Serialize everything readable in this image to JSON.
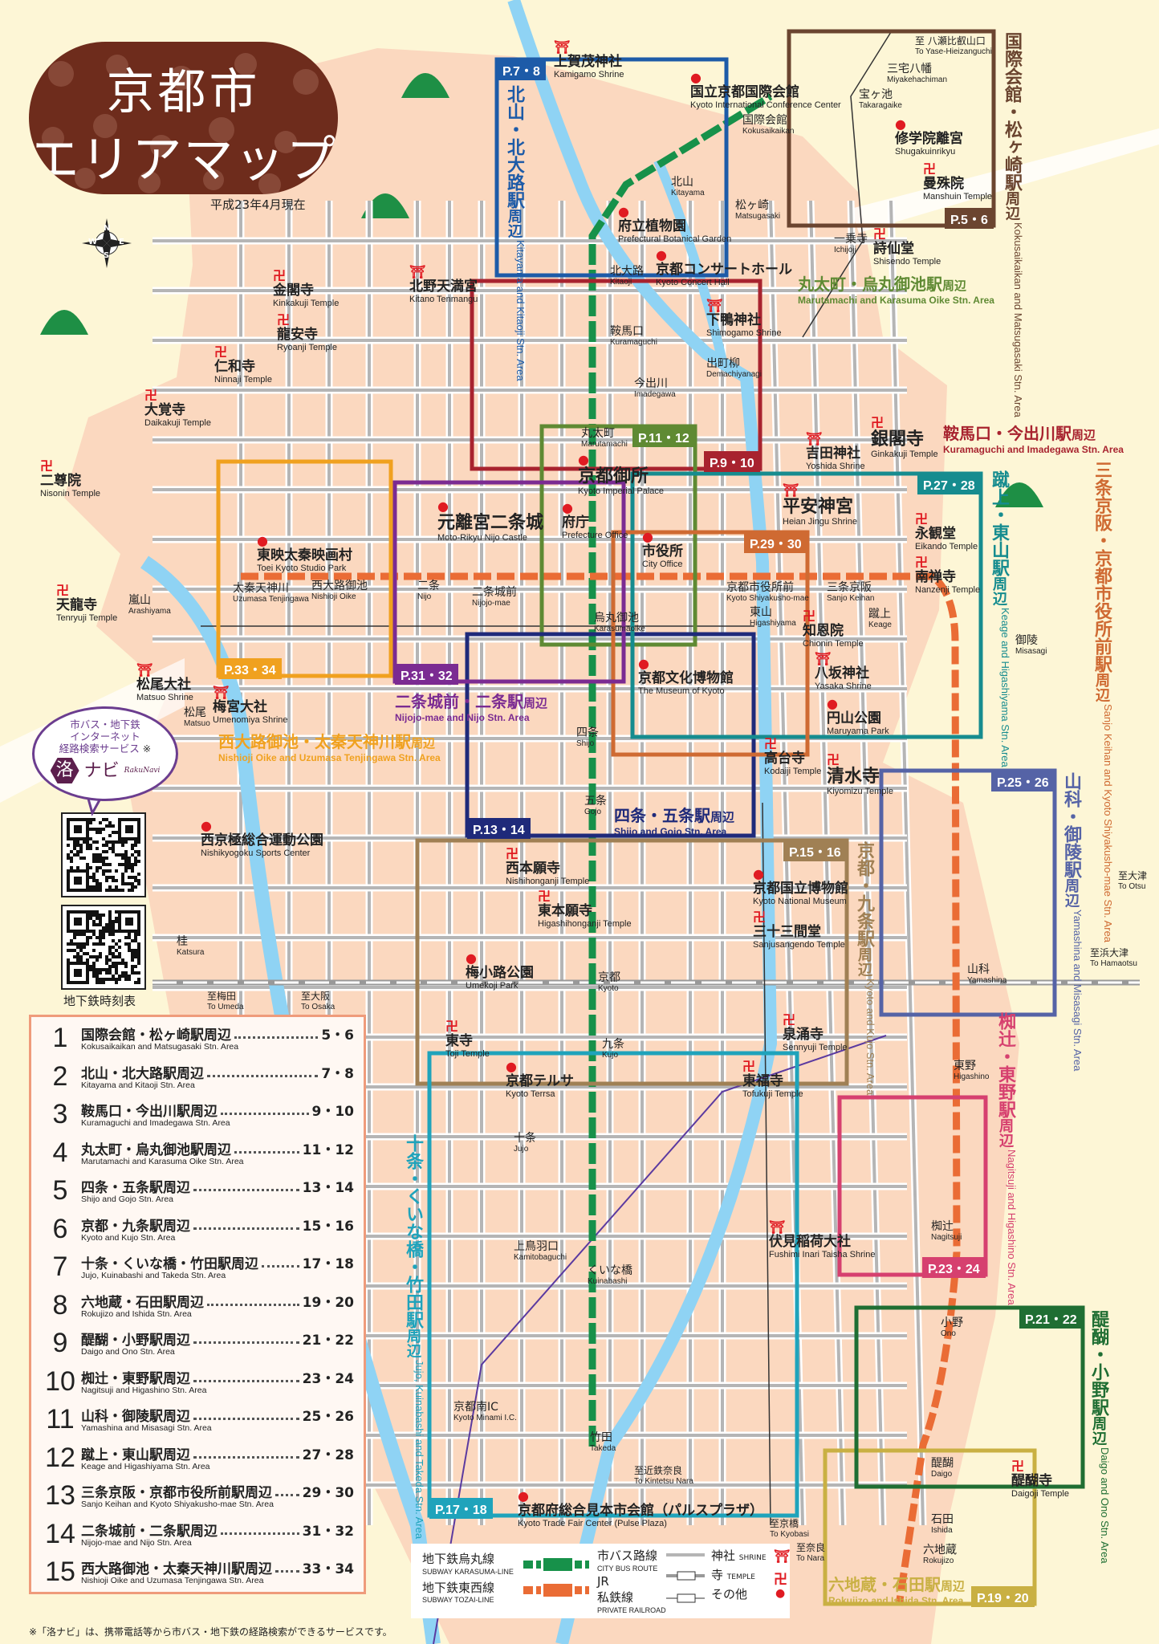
{
  "title": {
    "line1": "京都市",
    "line2": "エリアマップ",
    "date": "平成23年4月現在"
  },
  "colors": {
    "karasuma": "#17914a",
    "tozai": "#ea6c35",
    "bus": "#b5b5b5",
    "river": "#8fd3f4",
    "city": "#fbd8bf",
    "shrine_temple": "#e01b22"
  },
  "areas": [
    {
      "no": "1",
      "ja": "国際会館・松ヶ崎駅",
      "suffix": "周辺",
      "en": "Kokusaikaikan and Matsugasaki Stn. Area",
      "pages": "5・6",
      "tag": "P.5・6",
      "color": "#6b4530"
    },
    {
      "no": "2",
      "ja": "北山・北大路駅",
      "suffix": "周辺",
      "en": "Kitayama and Kitaoji Stn. Area",
      "pages": "7・8",
      "tag": "P.7・8",
      "color": "#1d5ba8"
    },
    {
      "no": "3",
      "ja": "鞍馬口・今出川駅",
      "suffix": "周辺",
      "en": "Kuramaguchi and Imadegawa Stn. Area",
      "pages": "9・10",
      "tag": "P.9・10",
      "color": "#a8232f"
    },
    {
      "no": "4",
      "ja": "丸太町・烏丸御池駅",
      "suffix": "周辺",
      "en": "Marutamachi and Karasuma Oike Stn. Area",
      "pages": "11・12",
      "tag": "P.11・12",
      "color": "#5f8a33"
    },
    {
      "no": "5",
      "ja": "四条・五条駅",
      "suffix": "周辺",
      "en": "Shijo and Gojo Stn. Area",
      "pages": "13・14",
      "tag": "P.13・14",
      "color": "#1f2a7a"
    },
    {
      "no": "6",
      "ja": "京都・九条駅",
      "suffix": "周辺",
      "en": "Kyoto and Kujo Stn. Area",
      "pages": "15・16",
      "tag": "P.15・16",
      "color": "#a08054"
    },
    {
      "no": "7",
      "ja": "十条・くいな橋・竹田駅",
      "suffix": "周辺",
      "en": "Jujo, Kuinabashi and Takeda Stn. Area",
      "pages": "17・18",
      "tag": "P.17・18",
      "color": "#1fa3bb"
    },
    {
      "no": "8",
      "ja": "六地蔵・石田駅",
      "suffix": "周辺",
      "en": "Rokujizo and Ishida Stn. Area",
      "pages": "19・20",
      "tag": "P.19・20",
      "color": "#c9b043"
    },
    {
      "no": "9",
      "ja": "醍醐・小野駅",
      "suffix": "周辺",
      "en": "Daigo and Ono Stn. Area",
      "pages": "21・22",
      "tag": "P.21・22",
      "color": "#1f6e33"
    },
    {
      "no": "10",
      "ja": "椥辻・東野駅",
      "suffix": "周辺",
      "en": "Nagitsuji and Higashino Stn. Area",
      "pages": "23・24",
      "tag": "P.23・24",
      "color": "#d6406f"
    },
    {
      "no": "11",
      "ja": "山科・御陵駅",
      "suffix": "周辺",
      "en": "Yamashina and Misasagi Stn. Area",
      "pages": "25・26",
      "tag": "P.25・26",
      "color": "#5563a6"
    },
    {
      "no": "12",
      "ja": "蹴上・東山駅",
      "suffix": "周辺",
      "en": "Keage and Higashiyama Stn. Area",
      "pages": "27・28",
      "tag": "P.27・28",
      "color": "#168c8f"
    },
    {
      "no": "13",
      "ja": "三条京阪・京都市役所前駅",
      "suffix": "周辺",
      "en": "Sanjo Keihan and Kyoto Shiyakusho-mae Stn. Area",
      "pages": "29・30",
      "tag": "P.29・30",
      "color": "#cf6a32"
    },
    {
      "no": "14",
      "ja": "二条城前・二条駅",
      "suffix": "周辺",
      "en": "Nijojo-mae and Nijo Stn. Area",
      "pages": "31・32",
      "tag": "P.31・32",
      "color": "#7b2b92"
    },
    {
      "no": "15",
      "ja": "西大路御池・太秦天神川駅",
      "suffix": "周辺",
      "en": "Nishioji Oike and Uzumasa Tenjingawa Stn. Area",
      "pages": "33・34",
      "tag": "P.33・34",
      "color": "#f0a11f"
    }
  ],
  "places": [
    {
      "ja": "上賀茂神社",
      "en": "Kamigamo Shrine"
    },
    {
      "ja": "金閣寺",
      "en": "Kinkakuji Temple"
    },
    {
      "ja": "龍安寺",
      "en": "Ryoanji Temple"
    },
    {
      "ja": "仁和寺",
      "en": "Ninnaji Temple"
    },
    {
      "ja": "大覚寺",
      "en": "Daikakuji Temple"
    },
    {
      "ja": "天龍寺",
      "en": "Tenryuji Temple"
    },
    {
      "ja": "二尊院",
      "en": "Nisonin Temple"
    },
    {
      "ja": "京都御所",
      "en": "Kyoto Imperial Palace"
    },
    {
      "ja": "元離宮二条城",
      "en": "Moto-Rikyu Nijo Castle"
    },
    {
      "ja": "平安神宮",
      "en": "Heian Jingu Shrine"
    },
    {
      "ja": "銀閣寺",
      "en": "Ginkakuji Temple"
    },
    {
      "ja": "詩仙堂",
      "en": "Shisendo Temple"
    },
    {
      "ja": "曼殊院",
      "en": "Manshuin Temple"
    },
    {
      "ja": "修学院離宮",
      "en": "Shugakuinrikyu"
    },
    {
      "ja": "永観堂",
      "en": "Eikando Temple"
    },
    {
      "ja": "南禅寺",
      "en": "Nanzenji Temple"
    },
    {
      "ja": "八坂神社",
      "en": "Yasaka Shrine"
    },
    {
      "ja": "円山公園",
      "en": "Maruyama Park"
    },
    {
      "ja": "清水寺",
      "en": "Kiyomizu Temple"
    },
    {
      "ja": "京都国立博物館",
      "en": "Kyoto National Museum"
    },
    {
      "ja": "三十三間堂",
      "en": "Sanjusangendo Temple"
    },
    {
      "ja": "西本願寺",
      "en": "Nishihonganji Temple"
    },
    {
      "ja": "東本願寺",
      "en": "Higashihonganji Temple"
    },
    {
      "ja": "東寺",
      "en": "Toji Temple"
    },
    {
      "ja": "梅小路公園",
      "en": "Umekoji Park"
    },
    {
      "ja": "東福寺",
      "en": "Tofukuji Temple"
    },
    {
      "ja": "伏見稲荷大社",
      "en": "Fushimi Inari Taisha Shrine"
    },
    {
      "ja": "醍醐寺",
      "en": "Daigoji Temple"
    },
    {
      "ja": "京都文化博物館",
      "en": "The Museum of Kyoto"
    },
    {
      "ja": "府立植物園",
      "en": "Prefectural Botanical Garden"
    },
    {
      "ja": "京都コンサートホール",
      "en": "Kyoto Concert Hall"
    },
    {
      "ja": "国立京都国際会館",
      "en": "Kyoto International Conference Center"
    },
    {
      "ja": "東映太秦映画村",
      "en": "Toei Kyoto Studio Park"
    },
    {
      "ja": "京都府総合見本市会館（パルスプラザ）",
      "en": "Kyoto Trade Fair Center (Pulse Plaza)"
    },
    {
      "ja": "北野天満宮",
      "en": "Kitano Tenmangu"
    },
    {
      "ja": "府庁",
      "en": "Prefecture Office"
    },
    {
      "ja": "市役所",
      "en": "City Office"
    },
    {
      "ja": "吉田神社",
      "en": "Yoshida Shrine"
    },
    {
      "ja": "知恩院",
      "en": "Chionin Temple"
    },
    {
      "ja": "高台寺",
      "en": "Kodaiji Temple"
    },
    {
      "ja": "梅宮大社",
      "en": "Umenomiya Shrine"
    },
    {
      "ja": "松尾大社",
      "en": "Matsuo Shrine"
    },
    {
      "ja": "下鴨神社",
      "en": "Shimogamo Shrine"
    },
    {
      "ja": "京都テルサ",
      "en": "Kyoto Terrsa"
    },
    {
      "ja": "西京極総合運動公園",
      "en": "Nishikyogoku Sports Center"
    },
    {
      "ja": "泉涌寺",
      "en": "Sennyuji Temple"
    }
  ],
  "stations": [
    {
      "ja": "国際会館",
      "en": "Kokusaikaikan"
    },
    {
      "ja": "松ヶ崎",
      "en": "Matsugasaki"
    },
    {
      "ja": "北山",
      "en": "Kitayama"
    },
    {
      "ja": "北大路",
      "en": "Kitaoji"
    },
    {
      "ja": "鞍馬口",
      "en": "Kuramaguchi"
    },
    {
      "ja": "今出川",
      "en": "Imadegawa"
    },
    {
      "ja": "丸太町",
      "en": "Marutamachi"
    },
    {
      "ja": "烏丸御池",
      "en": "Karasumaoike"
    },
    {
      "ja": "四条",
      "en": "Shijo"
    },
    {
      "ja": "五条",
      "en": "Gojo"
    },
    {
      "ja": "京都",
      "en": "Kyoto"
    },
    {
      "ja": "九条",
      "en": "Kujo"
    },
    {
      "ja": "十条",
      "en": "Jujo"
    },
    {
      "ja": "くいな橋",
      "en": "Kuinabashi"
    },
    {
      "ja": "竹田",
      "en": "Takeda"
    },
    {
      "ja": "太秦天神川",
      "en": "Uzumasa Tenjingawa"
    },
    {
      "ja": "西大路御池",
      "en": "Nishioji Oike"
    },
    {
      "ja": "二条",
      "en": "Nijo"
    },
    {
      "ja": "二条城前",
      "en": "Nijojo-mae"
    },
    {
      "ja": "京都市役所前",
      "en": "Kyoto Shiyakusho-mae"
    },
    {
      "ja": "三条京阪",
      "en": "Sanjo Keihan"
    },
    {
      "ja": "東山",
      "en": "Higashiyama"
    },
    {
      "ja": "蹴上",
      "en": "Keage"
    },
    {
      "ja": "御陵",
      "en": "Misasagi"
    },
    {
      "ja": "山科",
      "en": "Yamashina"
    },
    {
      "ja": "東野",
      "en": "Higashino"
    },
    {
      "ja": "椥辻",
      "en": "Nagitsuji"
    },
    {
      "ja": "小野",
      "en": "Ono"
    },
    {
      "ja": "醍醐",
      "en": "Daigo"
    },
    {
      "ja": "石田",
      "en": "Ishida"
    },
    {
      "ja": "六地蔵",
      "en": "Rokujizo"
    },
    {
      "ja": "嵐山",
      "en": "Arashiyama"
    },
    {
      "ja": "桂",
      "en": "Katsura"
    },
    {
      "ja": "松尾",
      "en": "Matsuo"
    },
    {
      "ja": "上鳥羽口",
      "en": "Kamitobaguchi"
    },
    {
      "ja": "京都南IC",
      "en": "Kyoto Minami I.C."
    },
    {
      "ja": "出町柳",
      "en": "Demachiyanagi"
    },
    {
      "ja": "一乗寺",
      "en": "Ichijoji"
    },
    {
      "ja": "宝ヶ池",
      "en": "Takaragaike"
    },
    {
      "ja": "三宅八幡",
      "en": "Miyakehachiman"
    }
  ],
  "directions": [
    {
      "ja": "至 八瀬比叡山口",
      "en": "To Yase-Hieizanguchi"
    },
    {
      "ja": "至近鉄奈良",
      "en": "To Kintetsu Nara"
    },
    {
      "ja": "至京橋",
      "en": "To Kyobasi"
    },
    {
      "ja": "至奈良",
      "en": "To Nara"
    },
    {
      "ja": "至梅田",
      "en": "To Umeda"
    },
    {
      "ja": "至大阪",
      "en": "To Osaka"
    },
    {
      "ja": "至大津",
      "en": "To Otsu"
    },
    {
      "ja": "至浜大津",
      "en": "To Hamaotsu"
    }
  ],
  "compass": {
    "n": "N",
    "s": "S",
    "e": "E",
    "w": "W"
  },
  "rakunavi": {
    "line1": "市バス・地下鉄",
    "line2": "インターネット",
    "line3": "経路検索サービス",
    "mark": "※",
    "logo_char": "洛",
    "logo_text": "ナビ",
    "logo_en": "RakuNavi"
  },
  "qr": {
    "caption": "地下鉄時刻表"
  },
  "footnote": "※「洛ナビ」は、携帯電話等から市バス・地下鉄の経路検索ができるサービスです。",
  "legend": {
    "karasuma_ja": "地下鉄烏丸線",
    "karasuma_en": "SUBWAY KARASUMA-LINE",
    "tozai_ja": "地下鉄東西線",
    "tozai_en": "SUBWAY TOZAI-LINE",
    "bus_ja": "市バス路線",
    "bus_en": "CITY BUS ROUTE",
    "jr": "JR",
    "private_ja": "私鉄線",
    "private_en": "PRIVATE RAILROAD",
    "shrine_ja": "神社",
    "shrine_en": "SHRINE",
    "temple_ja": "寺",
    "temple_en": "TEMPLE",
    "other_ja": "その他"
  },
  "symbols": {
    "shrine": "⛩",
    "temple": "卍",
    "other": "●"
  }
}
